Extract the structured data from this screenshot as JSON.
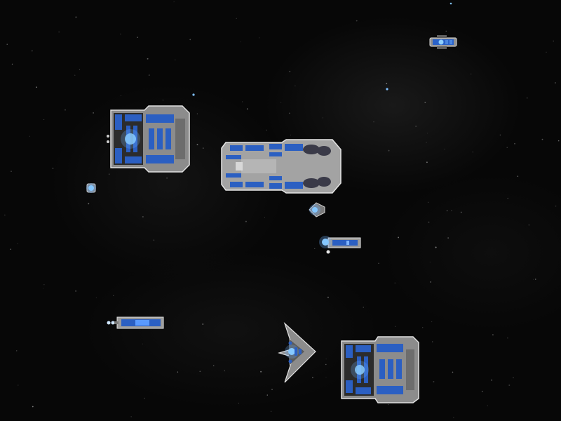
{
  "scene": {
    "background_color": "#070707",
    "hull_color": "#9a9a9a",
    "hull_stroke": "#d8d8d8",
    "module_color": "#2a58b8",
    "glow_color": "#6fb4ff"
  },
  "ships": [
    {
      "id": "corvette-top-right",
      "kind": "corvette",
      "icon": "small-ship-icon"
    },
    {
      "id": "station-left",
      "kind": "station",
      "icon": "station-icon"
    },
    {
      "id": "cruiser-center",
      "kind": "cruiser",
      "icon": "cruiser-icon"
    },
    {
      "id": "drone-left",
      "kind": "drone",
      "icon": "drone-icon"
    },
    {
      "id": "fighter-center",
      "kind": "fighter",
      "icon": "fighter-icon"
    },
    {
      "id": "frigate-center",
      "kind": "frigate",
      "icon": "frigate-icon"
    },
    {
      "id": "frigate-lower-left",
      "kind": "frigate",
      "icon": "frigate-icon"
    },
    {
      "id": "arrowhead-bottom",
      "kind": "arrowhead",
      "icon": "arrowhead-ship-icon"
    },
    {
      "id": "station-bottom-right",
      "kind": "station",
      "icon": "station-icon"
    }
  ]
}
